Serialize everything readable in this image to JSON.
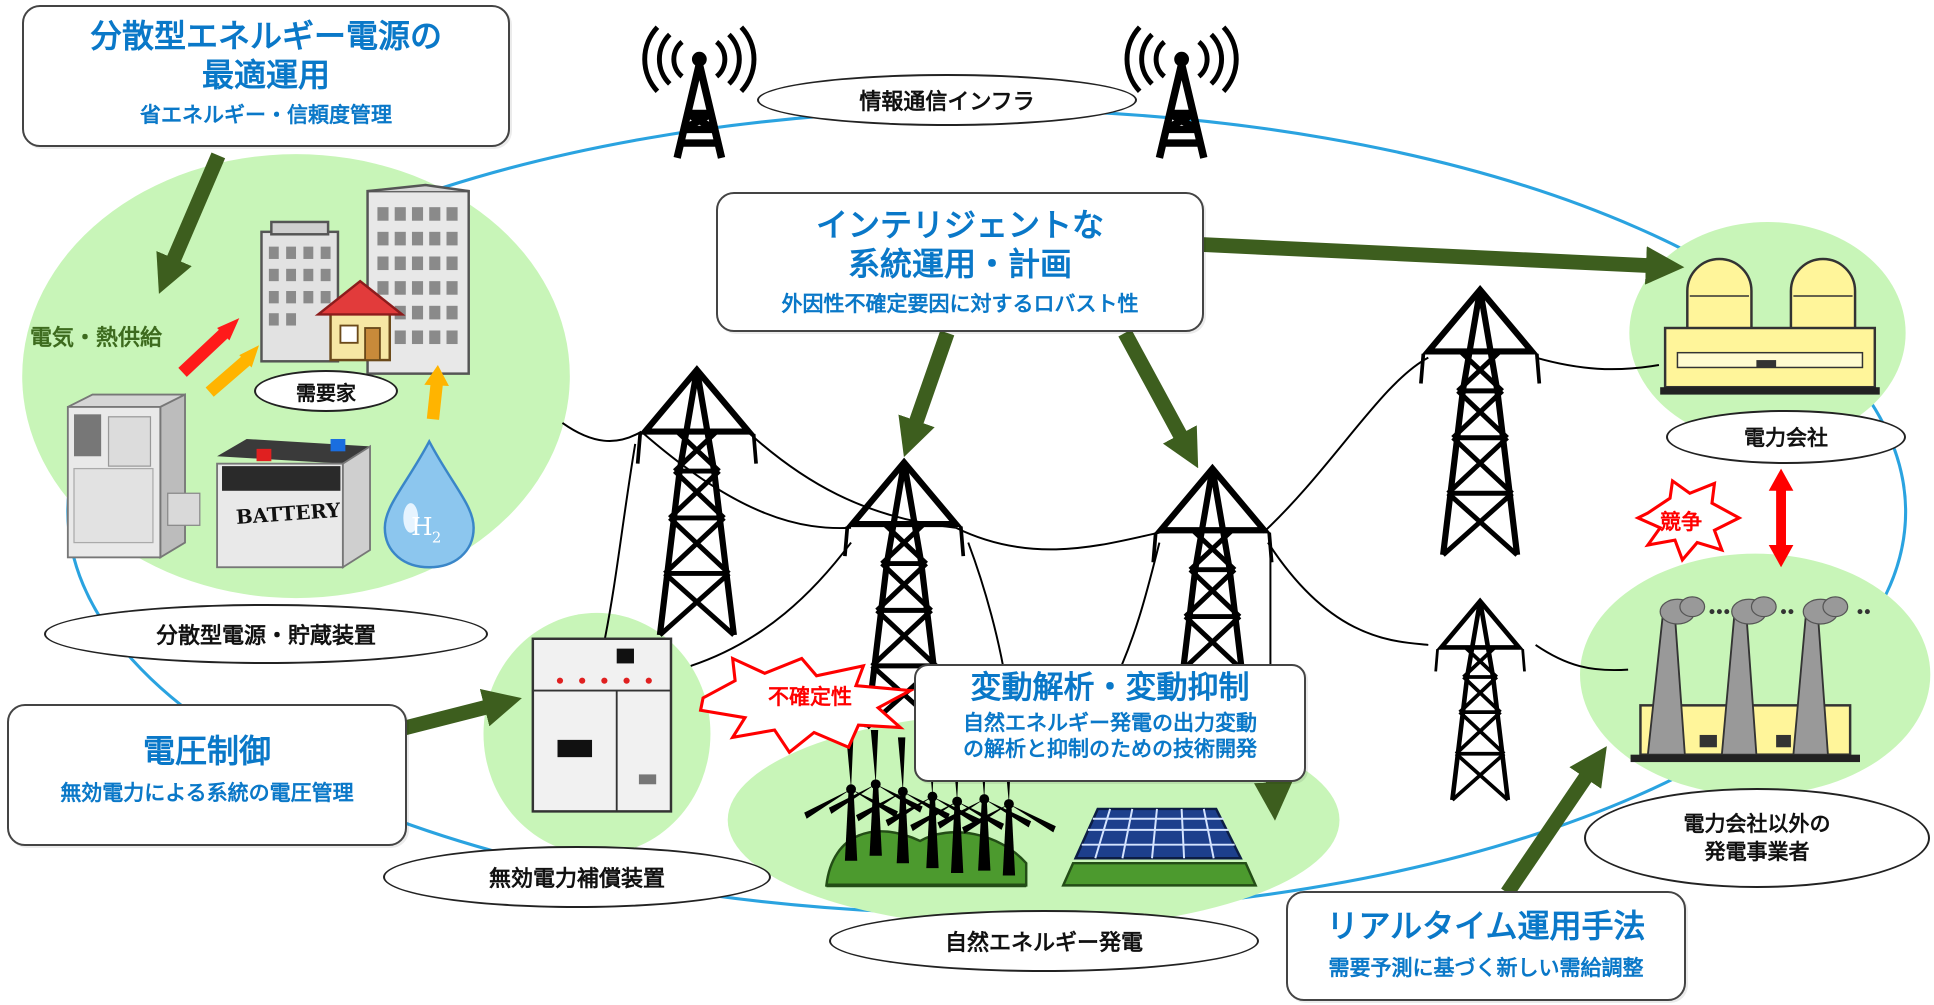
{
  "boxes": {
    "distributed": {
      "title": "分散型エネルギー電源の\n最適運用",
      "sub": "省エネルギー・信頼度管理"
    },
    "intelligent": {
      "title": "インテリジェントな\n系統運用・計画",
      "sub": "外因性不確定要因に対するロバスト性"
    },
    "voltage": {
      "title": "電圧制御",
      "sub": "無効電力による系統の電圧管理"
    },
    "fluctuation": {
      "title": "変動解析・変動抑制",
      "sub": "自然エネルギー発電の出力変動\nの解析と抑制のための技術開発"
    },
    "realtime": {
      "title": "リアルタイム運用手法",
      "sub": "需要予測に基づく新しい需給調整"
    }
  },
  "ovals": {
    "infra": "情報通信インフラ",
    "consumer": "需要家",
    "storage": "分散型電源・貯蔵装置",
    "reactive": "無効電力補償装置",
    "natural": "自然エネルギー発電",
    "utility": "電力会社",
    "ipp": "電力会社以外の\n発電事業者"
  },
  "labels": {
    "heat": "電気・熱供給",
    "uncertainty": "不確定性",
    "competition": "競争",
    "battery": "BATTERY",
    "h2": "H",
    "h2_sub": "2"
  },
  "colors": {
    "title_blue": "#0a78c8",
    "green_zone": "#c8f5b8",
    "arrow_green": "#3d5e1e",
    "ring_blue": "#2aa3e0",
    "red": "#ff0000"
  }
}
